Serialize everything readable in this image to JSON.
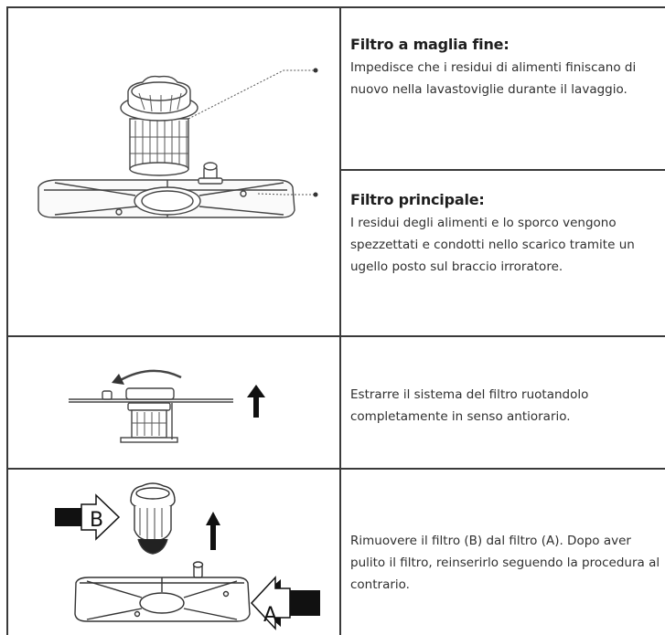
{
  "rows": [
    {
      "heading": "Filtro a maglia fine:",
      "text": "Impedisce che i residui di alimenti finiscano di nuovo nella lavastoviglie durante il lavaggio."
    },
    {
      "heading": "Filtro principale:",
      "text": "I residui degli alimenti e lo sporco vengono spezzettati e condotti nello scarico tramite un ugello posto sul braccio irroratore."
    },
    {
      "text": "Estrarre il sistema del filtro ruotandolo completamente in senso antiorario."
    },
    {
      "text": "Rimuovere il filtro (B) dal filtro (A). Dopo aver pulito il filtro, reinserirlo seguendo la procedura al contrario."
    }
  ],
  "labels": {
    "b": "B",
    "a": "A"
  }
}
